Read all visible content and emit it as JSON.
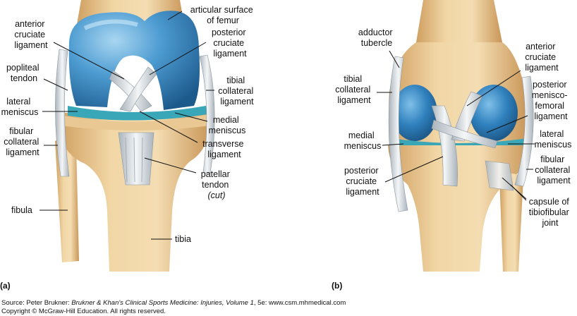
{
  "panels": [
    {
      "tag": "(a)",
      "labels": {
        "articular_surface": [
          "articular surface",
          "of femur"
        ],
        "anterior_cruciate": [
          "anterior",
          "cruciate",
          "ligament"
        ],
        "posterior_cruciate": [
          "posterior",
          "cruciate",
          "ligament"
        ],
        "popliteal_tendon": [
          "popliteal",
          "tendon"
        ],
        "tibial_collateral": [
          "tibial",
          "collateral",
          "ligament"
        ],
        "lateral_meniscus": [
          "lateral",
          "meniscus"
        ],
        "medial_meniscus": [
          "medial",
          "meniscus"
        ],
        "fibular_collateral": [
          "fibular",
          "collateral",
          "ligament"
        ],
        "transverse_ligament": [
          "transverse",
          "ligament"
        ],
        "patellar_tendon": [
          "patellar",
          "tendon",
          "(cut)"
        ],
        "fibula": "fibula",
        "tibia": "tibia"
      }
    },
    {
      "tag": "(b)",
      "labels": {
        "adductor_tubercle": [
          "adductor",
          "tubercle"
        ],
        "anterior_cruciate": [
          "anterior",
          "cruciate",
          "ligament"
        ],
        "tibial_collateral": [
          "tibial",
          "collateral",
          "ligament"
        ],
        "posterior_meniscofemoral": [
          "posterior",
          "menisco-",
          "femoral",
          "ligament"
        ],
        "medial_meniscus": [
          "medial",
          "meniscus"
        ],
        "lateral_meniscus": [
          "lateral",
          "meniscus"
        ],
        "posterior_cruciate": [
          "posterior",
          "cruciate",
          "ligament"
        ],
        "fibular_collateral": [
          "fibular",
          "collateral",
          "ligament"
        ],
        "capsule_tibiofibular": [
          "capsule of",
          "tibiofibular",
          "joint"
        ]
      }
    }
  ],
  "source": {
    "prefix": "Source: Peter Brukner: ",
    "title": "Brukner & Khan's Clinical Sports Medicine: Injuries, Volume 1",
    "suffix": ", 5e: www.csm.mhmedical.com",
    "copyright": "Copyright © McGraw-Hill Education. All rights reserved."
  },
  "colors": {
    "bone_light": "#f3dcb0",
    "bone_mid": "#e2bd84",
    "bone_dark": "#c89a5c",
    "cartilage_light": "#8ec7ea",
    "cartilage": "#3f8fc8",
    "cartilage_dark": "#1f5f93",
    "meniscus": "#3aa7b9",
    "ligament": "#e7ecef",
    "ligament_shade": "#9fa9b1"
  }
}
